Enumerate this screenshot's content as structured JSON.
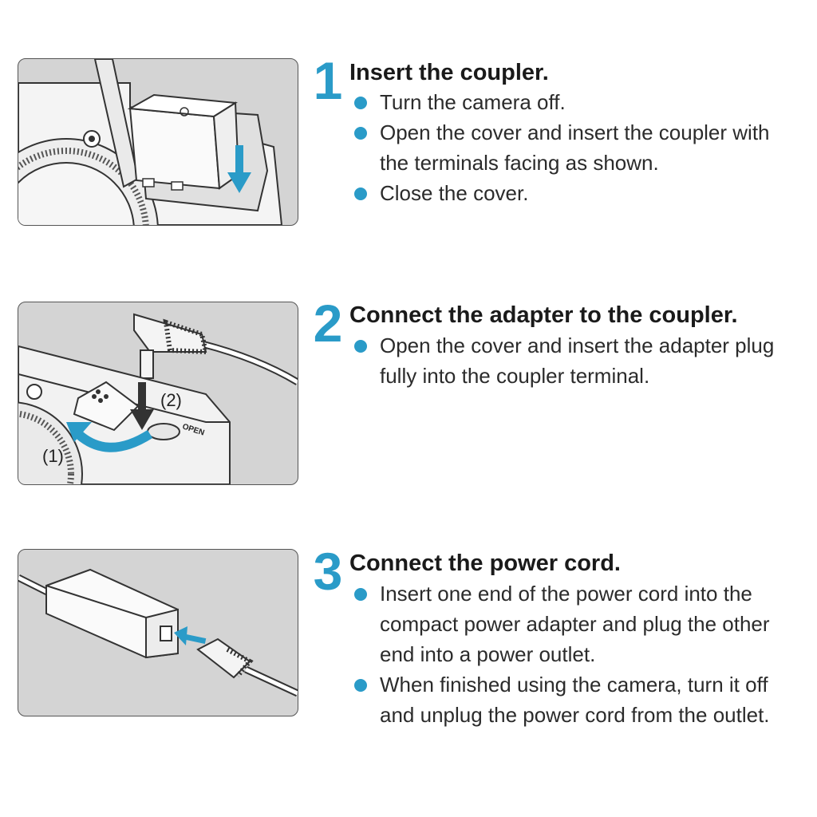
{
  "accent_color": "#2a9bc8",
  "steps": [
    {
      "number": "1",
      "title": "Insert the coupler.",
      "figure_icon": "coupler-insert-illustration",
      "bullets": [
        "Turn the camera off.",
        "Open the cover and insert the coupler with the terminals facing as shown.",
        "Close the cover."
      ]
    },
    {
      "number": "2",
      "title": "Connect the adapter to the coupler.",
      "figure_icon": "adapter-plug-illustration",
      "figure_labels": [
        "(2)",
        "(1)",
        "OPEN"
      ],
      "bullets": [
        "Open the cover and insert the adapter plug fully into the coupler terminal."
      ]
    },
    {
      "number": "3",
      "title": "Connect the power cord.",
      "figure_icon": "power-adapter-illustration",
      "bullets": [
        "Insert one end of the power cord into the compact power adapter and plug the other end into a power outlet.",
        "When finished using the camera, turn it off and unplug the power cord from the outlet."
      ]
    }
  ]
}
